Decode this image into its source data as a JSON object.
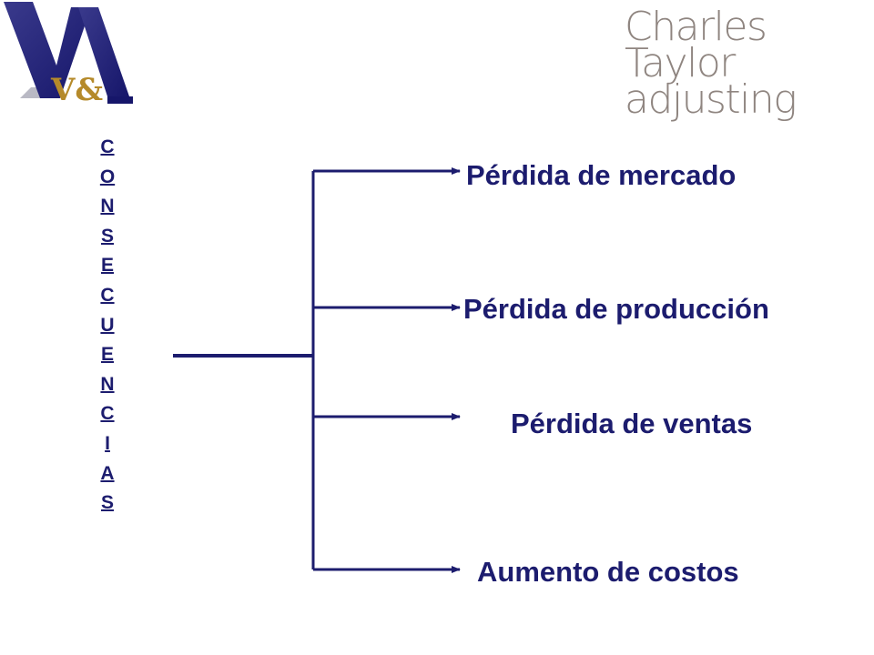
{
  "logos": {
    "left_icon": "v-ampersand-logo-icon",
    "left_text": "V&",
    "right_line1": "Charles Taylor",
    "right_line2": "adjusting"
  },
  "vertical_word": [
    "C",
    "O",
    "N",
    "S",
    "E",
    "C",
    "U",
    "E",
    "N",
    "C",
    "I",
    "A",
    "S"
  ],
  "branches": [
    {
      "label": "Pérdida de mercado"
    },
    {
      "label": "Pérdida de producción"
    },
    {
      "label": "Pérdida de ventas"
    },
    {
      "label": "Aumento de costos"
    }
  ],
  "colors": {
    "text": "#1c1c6e",
    "lines": "#1c1c6e",
    "logo_gray": "#8f8580"
  }
}
